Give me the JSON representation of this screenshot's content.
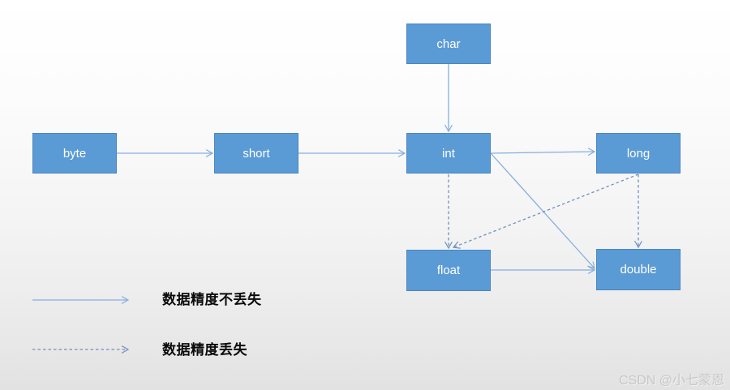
{
  "diagram": {
    "title_implicit": "primitive type conversion",
    "nodes": [
      {
        "id": "byte",
        "label": "byte"
      },
      {
        "id": "short",
        "label": "short"
      },
      {
        "id": "int",
        "label": "int"
      },
      {
        "id": "long",
        "label": "long"
      },
      {
        "id": "char",
        "label": "char"
      },
      {
        "id": "float",
        "label": "float"
      },
      {
        "id": "double",
        "label": "double"
      }
    ],
    "edges": [
      {
        "from": "byte",
        "to": "short",
        "type": "solid"
      },
      {
        "from": "short",
        "to": "int",
        "type": "solid"
      },
      {
        "from": "char",
        "to": "int",
        "type": "solid"
      },
      {
        "from": "int",
        "to": "long",
        "type": "solid"
      },
      {
        "from": "int",
        "to": "double",
        "type": "solid"
      },
      {
        "from": "float",
        "to": "double",
        "type": "solid"
      },
      {
        "from": "int",
        "to": "float",
        "type": "dashed"
      },
      {
        "from": "long",
        "to": "float",
        "type": "dashed"
      },
      {
        "from": "long",
        "to": "double",
        "type": "dashed"
      }
    ]
  },
  "legend": {
    "items": [
      {
        "style": "solid",
        "label": "数据精度不丢失"
      },
      {
        "style": "dashed",
        "label": "数据精度丢失"
      }
    ]
  },
  "watermark": "CSDN @小七蒙恩",
  "colors": {
    "node_fill": "#5b9bd5",
    "node_border": "#4a86c2",
    "node_text": "#ffffff",
    "solid_arrow": "#86aedd",
    "dashed_arrow": "#7090bd",
    "legend_text": "#0b0b0b",
    "watermark_text": "#c7c7c7"
  }
}
